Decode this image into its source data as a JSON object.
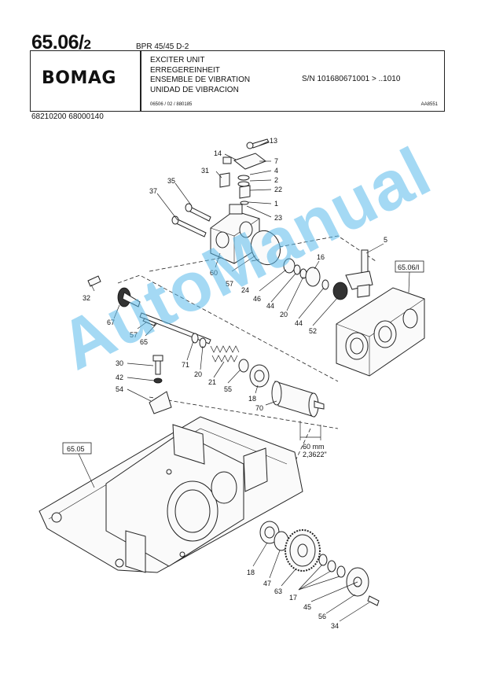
{
  "header": {
    "page_number": "65.06/",
    "page_sub": "2",
    "model": "BPR 45/45 D-2",
    "logo": "BOMAG",
    "titles": [
      "EXCITER UNIT",
      "ERREGEREINHEIT",
      "ENSEMBLE DE VIBRATION",
      "UNIDAD DE VIBRACION"
    ],
    "serial": "S/N 101680671001 > ..1010",
    "doc_code": "06506 / 02 / 880185",
    "drawing_code": "AA8551",
    "part_numbers": "68210200   68000140"
  },
  "watermark": "AutoManual",
  "diagram": {
    "references": [
      "65.06/I",
      "65.05"
    ],
    "dimension": [
      "60 mm",
      "2,3622\""
    ],
    "callouts": [
      "13",
      "14",
      "7",
      "4",
      "2",
      "31",
      "22",
      "1",
      "23",
      "35",
      "37",
      "5",
      "16",
      "60",
      "57",
      "24",
      "46",
      "44",
      "20",
      "44",
      "52",
      "32",
      "67",
      "57",
      "65",
      "71",
      "20",
      "21",
      "30",
      "42",
      "54",
      "55",
      "18",
      "70",
      "18",
      "47",
      "63",
      "17",
      "45",
      "56",
      "34"
    ]
  }
}
